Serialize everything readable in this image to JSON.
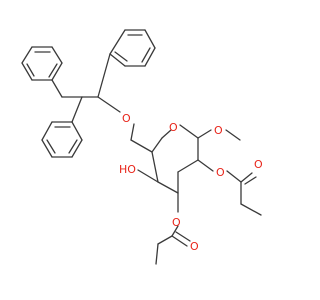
{
  "molecule": {
    "atoms": {
      "ether_o": "O",
      "ring_o": "O",
      "methoxy_o": "O",
      "hydroxyl": "HO",
      "ester2_o": "O",
      "ester2_carbonyl_o": "O",
      "ester3_o": "O",
      "ester3_carbonyl_o": "O"
    },
    "colors": {
      "bond": "#3a3a3a",
      "heteroatom": "#e8251a",
      "background": "#ffffff"
    }
  }
}
